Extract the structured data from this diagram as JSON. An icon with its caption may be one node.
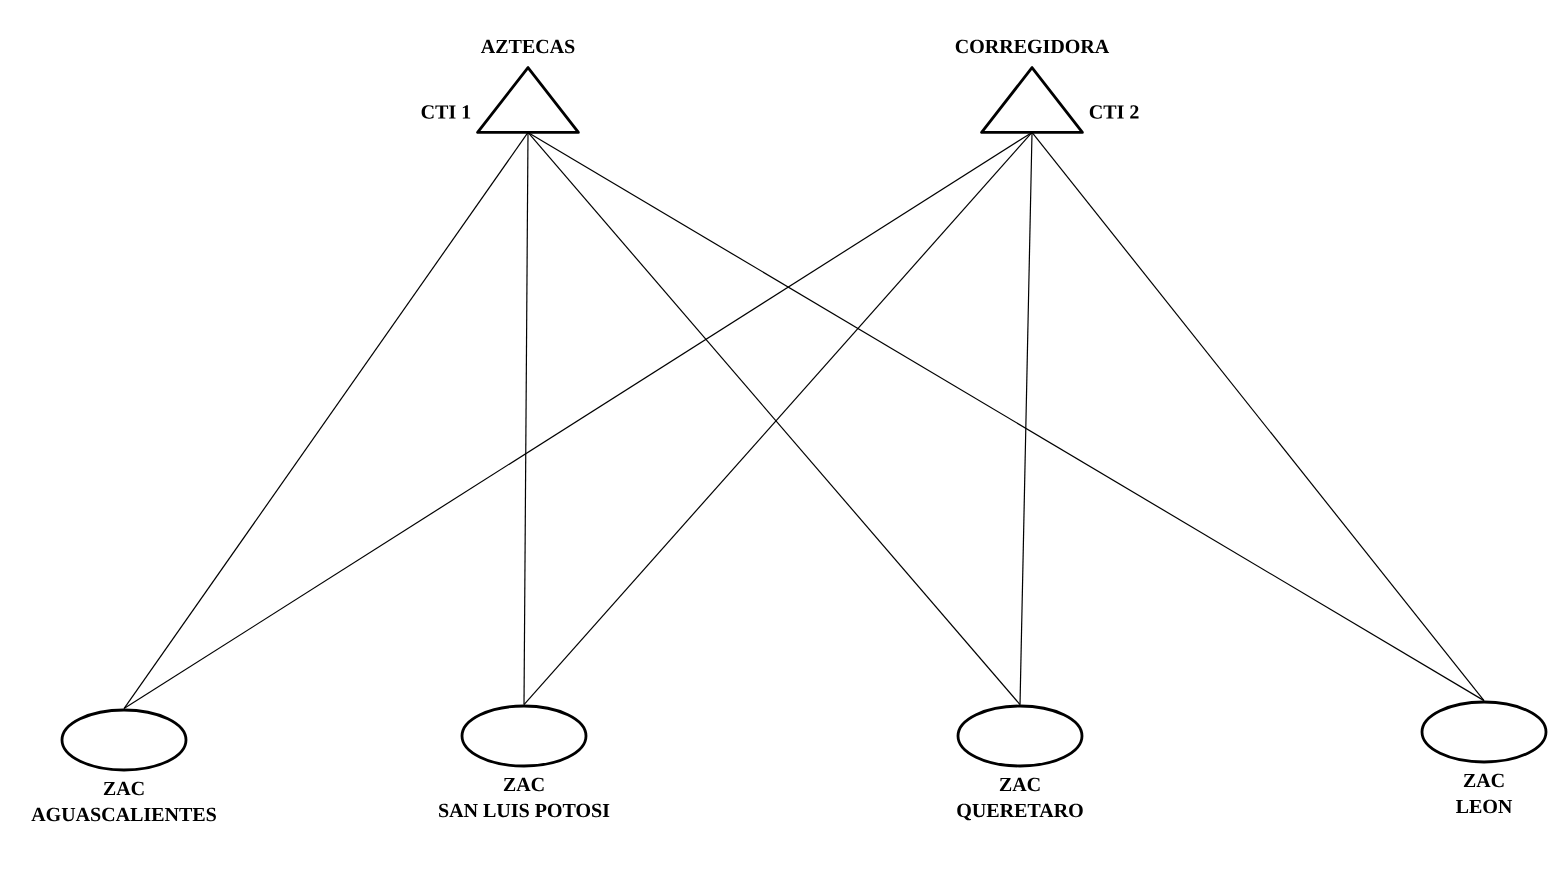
{
  "diagram": {
    "nodes": [
      {
        "text": [
          "AZTECAS",
          "CTI 1"
        ]
      },
      {
        "text": [
          "CORREGIDORA",
          "CTI 2"
        ]
      },
      {
        "text": [
          "ZAC",
          "AGUASCALIENTES"
        ]
      },
      {
        "text": [
          "ZAC",
          "SAN LUIS POTOSI"
        ]
      },
      {
        "text": [
          "ZAC",
          "QUERETARO"
        ]
      },
      {
        "text": [
          "ZAC",
          "LEON"
        ]
      }
    ],
    "edges": [
      {
        "from": 0,
        "to": 2,
        "arrow": "none"
      },
      {
        "from": 0,
        "to": 3,
        "arrow": "none"
      },
      {
        "from": 0,
        "to": 4,
        "arrow": "none"
      },
      {
        "from": 0,
        "to": 5,
        "arrow": "none"
      },
      {
        "from": 1,
        "to": 2,
        "arrow": "none"
      },
      {
        "from": 1,
        "to": 3,
        "arrow": "none"
      },
      {
        "from": 1,
        "to": 4,
        "arrow": "none"
      },
      {
        "from": 1,
        "to": 5,
        "arrow": "none"
      }
    ]
  }
}
